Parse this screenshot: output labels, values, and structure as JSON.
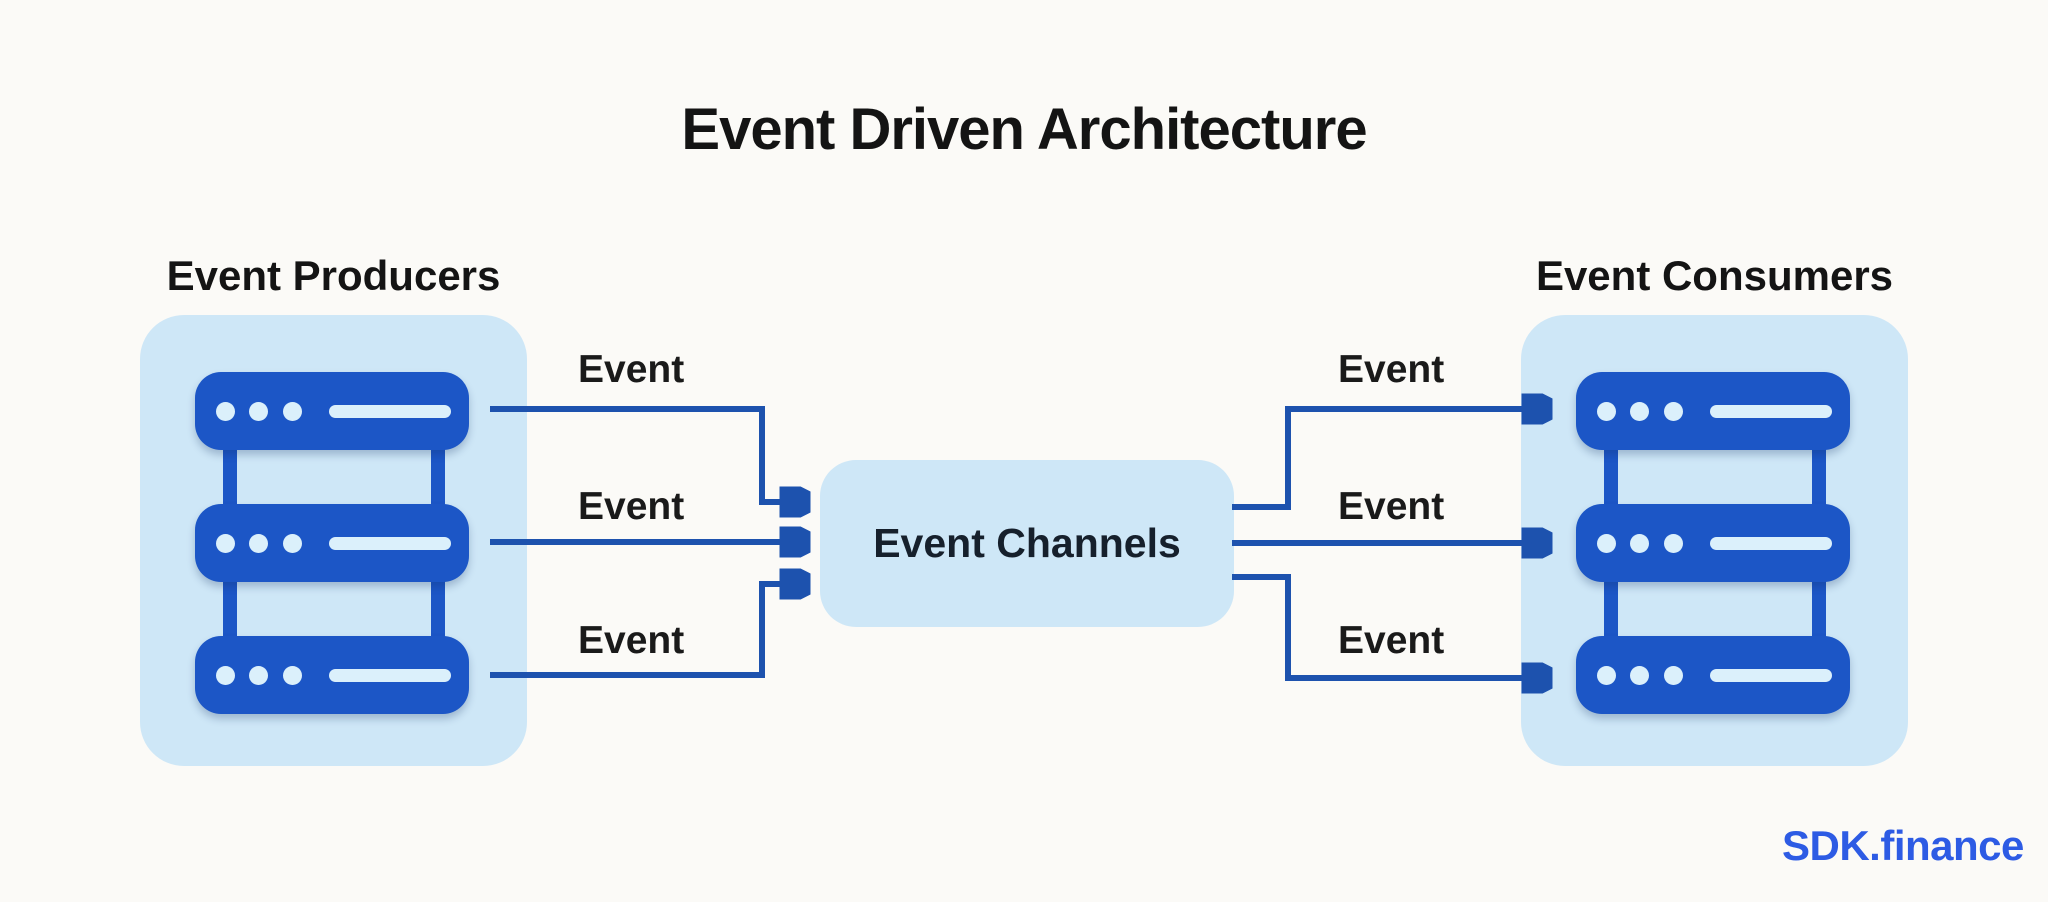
{
  "title": "Event Driven Architecture",
  "producers": {
    "label": "Event Producers",
    "icon": "server-stack-icon"
  },
  "consumers": {
    "label": "Event Consumers",
    "icon": "server-stack-icon"
  },
  "channels": {
    "label": "Event Channels"
  },
  "flows": {
    "left": [
      {
        "label": "Event"
      },
      {
        "label": "Event"
      },
      {
        "label": "Event"
      }
    ],
    "right": [
      {
        "label": "Event"
      },
      {
        "label": "Event"
      },
      {
        "label": "Event"
      }
    ]
  },
  "logo": {
    "text": "SDK.finance"
  },
  "colors": {
    "background": "#fbfaf7",
    "container_blue": "#cee7f7",
    "server_blue": "#1c56c6",
    "server_detail_blue": "#dbf0fb",
    "arrow_blue": "#1d52ae",
    "text_dark": "#141414",
    "logo_blue": "#2d5be4"
  }
}
